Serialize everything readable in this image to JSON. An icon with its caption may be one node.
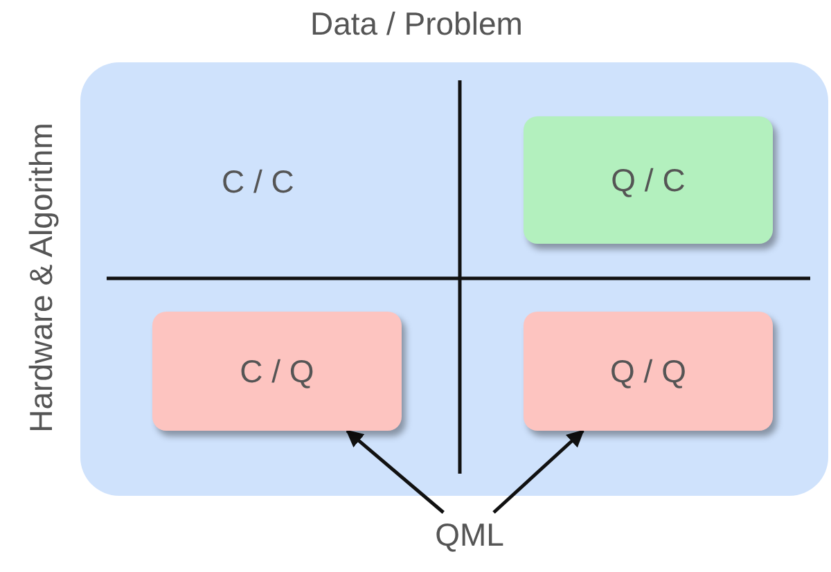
{
  "diagram": {
    "nodes": [
      {
        "text": [],
        "shape": "box"
      },
      {
        "text": [
          "Q / C"
        ],
        "in": 0
      },
      {
        "text": [
          "C / Q"
        ],
        "in": 0
      },
      {
        "text": [
          "Q / Q"
        ],
        "in": 0
      },
      {
        "text": [
          "QML"
        ]
      }
    ],
    "edges": [
      {
        "from": 4,
        "to": 2,
        "arrow": "to"
      },
      {
        "from": 4,
        "to": 3,
        "arrow": "to"
      }
    ],
    "labels": [
      "Data / Problem",
      "Hardware & Algorithm",
      "C / C"
    ]
  }
}
